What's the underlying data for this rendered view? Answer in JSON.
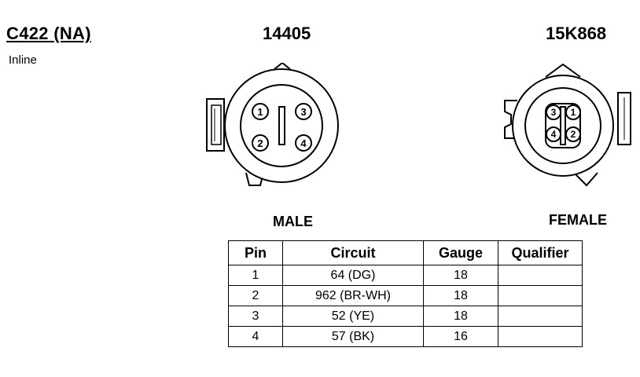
{
  "connector": {
    "id": "C422 (NA)",
    "type": "Inline"
  },
  "male": {
    "part_number": "14405",
    "label": "MALE",
    "pins": [
      "1",
      "3",
      "2",
      "4"
    ]
  },
  "female": {
    "part_number": "15K868",
    "label": "FEMALE",
    "pins": [
      "3",
      "1",
      "4",
      "2"
    ]
  },
  "table": {
    "headers": [
      "Pin",
      "Circuit",
      "Gauge",
      "Qualifier"
    ],
    "rows": [
      {
        "pin": "1",
        "circuit": "64 (DG)",
        "gauge": "18",
        "qualifier": ""
      },
      {
        "pin": "2",
        "circuit": "962 (BR-WH)",
        "gauge": "18",
        "qualifier": ""
      },
      {
        "pin": "3",
        "circuit": "52 (YE)",
        "gauge": "18",
        "qualifier": ""
      },
      {
        "pin": "4",
        "circuit": "57 (BK)",
        "gauge": "16",
        "qualifier": ""
      }
    ]
  }
}
